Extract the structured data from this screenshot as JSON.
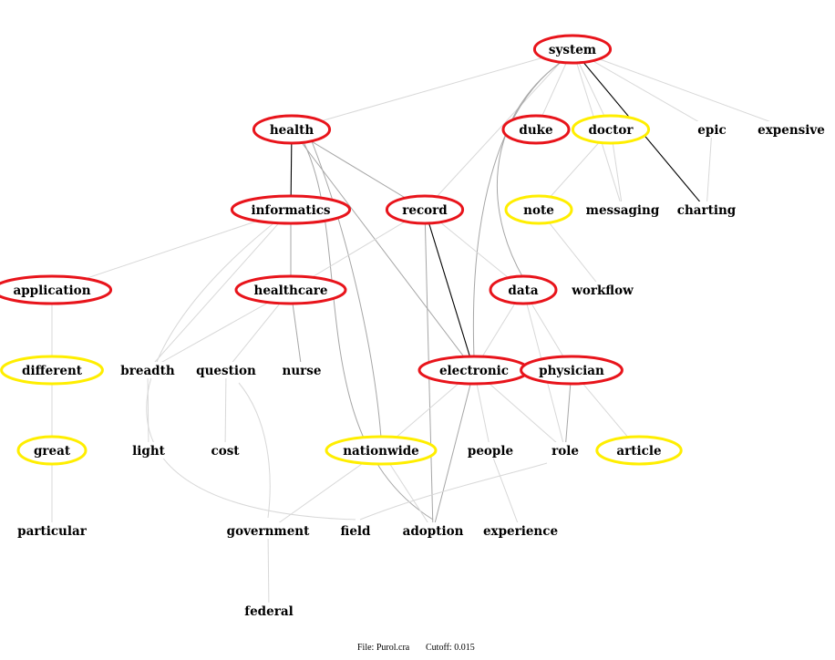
{
  "colors": {
    "red": "#e8141b",
    "yellow": "#ffee00",
    "edge_light": "#d8d8d8",
    "edge_mid": "#a6a6a6",
    "edge_dark": "#000000"
  },
  "nodes": [
    {
      "id": "system",
      "label": "system",
      "ring": "red"
    },
    {
      "id": "health",
      "label": "health",
      "ring": "red"
    },
    {
      "id": "duke",
      "label": "duke",
      "ring": "red"
    },
    {
      "id": "doctor",
      "label": "doctor",
      "ring": "yellow"
    },
    {
      "id": "epic",
      "label": "epic",
      "ring": "none"
    },
    {
      "id": "expensive",
      "label": "expensive",
      "ring": "none"
    },
    {
      "id": "informatics",
      "label": "informatics",
      "ring": "red"
    },
    {
      "id": "record",
      "label": "record",
      "ring": "red"
    },
    {
      "id": "note",
      "label": "note",
      "ring": "yellow"
    },
    {
      "id": "messaging",
      "label": "messaging",
      "ring": "none"
    },
    {
      "id": "charting",
      "label": "charting",
      "ring": "none"
    },
    {
      "id": "application",
      "label": "application",
      "ring": "red"
    },
    {
      "id": "healthcare",
      "label": "healthcare",
      "ring": "red"
    },
    {
      "id": "data",
      "label": "data",
      "ring": "red"
    },
    {
      "id": "workflow",
      "label": "workflow",
      "ring": "none"
    },
    {
      "id": "different",
      "label": "different",
      "ring": "yellow"
    },
    {
      "id": "breadth",
      "label": "breadth",
      "ring": "none"
    },
    {
      "id": "question",
      "label": "question",
      "ring": "none"
    },
    {
      "id": "nurse",
      "label": "nurse",
      "ring": "none"
    },
    {
      "id": "electronic",
      "label": "electronic",
      "ring": "red"
    },
    {
      "id": "physician",
      "label": "physician",
      "ring": "red"
    },
    {
      "id": "great",
      "label": "great",
      "ring": "yellow"
    },
    {
      "id": "light",
      "label": "light",
      "ring": "none"
    },
    {
      "id": "cost",
      "label": "cost",
      "ring": "none"
    },
    {
      "id": "nationwide",
      "label": "nationwide",
      "ring": "yellow"
    },
    {
      "id": "people",
      "label": "people",
      "ring": "none"
    },
    {
      "id": "role",
      "label": "role",
      "ring": "none"
    },
    {
      "id": "article",
      "label": "article",
      "ring": "yellow"
    },
    {
      "id": "particular",
      "label": "particular",
      "ring": "none"
    },
    {
      "id": "government",
      "label": "government",
      "ring": "none"
    },
    {
      "id": "field",
      "label": "field",
      "ring": "none"
    },
    {
      "id": "adoption",
      "label": "adoption",
      "ring": "none"
    },
    {
      "id": "experience",
      "label": "experience",
      "ring": "none"
    },
    {
      "id": "federal",
      "label": "federal",
      "ring": "none"
    }
  ],
  "edges": [
    {
      "from": "system",
      "to": "health",
      "weight": "light"
    },
    {
      "from": "system",
      "to": "duke",
      "weight": "light"
    },
    {
      "from": "system",
      "to": "doctor",
      "weight": "light"
    },
    {
      "from": "system",
      "to": "epic",
      "weight": "light"
    },
    {
      "from": "system",
      "to": "expensive",
      "weight": "light"
    },
    {
      "from": "system",
      "to": "messaging",
      "weight": "light"
    },
    {
      "from": "system",
      "to": "charting",
      "weight": "dark"
    },
    {
      "from": "system",
      "to": "record",
      "weight": "light"
    },
    {
      "from": "system",
      "to": "data",
      "weight": "mid"
    },
    {
      "from": "system",
      "to": "electronic",
      "weight": "mid"
    },
    {
      "from": "health",
      "to": "informatics",
      "weight": "dark"
    },
    {
      "from": "health",
      "to": "record",
      "weight": "mid"
    },
    {
      "from": "health",
      "to": "electronic",
      "weight": "mid"
    },
    {
      "from": "health",
      "to": "nationwide",
      "weight": "mid"
    },
    {
      "from": "health",
      "to": "adoption",
      "weight": "mid"
    },
    {
      "from": "informatics",
      "to": "healthcare",
      "weight": "mid"
    },
    {
      "from": "informatics",
      "to": "application",
      "weight": "light"
    },
    {
      "from": "informatics",
      "to": "breadth",
      "weight": "light"
    },
    {
      "from": "informatics",
      "to": "field",
      "weight": "light"
    },
    {
      "from": "record",
      "to": "electronic",
      "weight": "dark"
    },
    {
      "from": "record",
      "to": "healthcare",
      "weight": "light"
    },
    {
      "from": "record",
      "to": "data",
      "weight": "light"
    },
    {
      "from": "record",
      "to": "adoption",
      "weight": "mid"
    },
    {
      "from": "doctor",
      "to": "note",
      "weight": "light"
    },
    {
      "from": "doctor",
      "to": "messaging",
      "weight": "light"
    },
    {
      "from": "epic",
      "to": "charting",
      "weight": "light"
    },
    {
      "from": "note",
      "to": "workflow",
      "weight": "light"
    },
    {
      "from": "application",
      "to": "different",
      "weight": "light"
    },
    {
      "from": "healthcare",
      "to": "breadth",
      "weight": "light"
    },
    {
      "from": "healthcare",
      "to": "question",
      "weight": "light"
    },
    {
      "from": "healthcare",
      "to": "nurse",
      "weight": "mid"
    },
    {
      "from": "data",
      "to": "electronic",
      "weight": "light"
    },
    {
      "from": "data",
      "to": "physician",
      "weight": "light"
    },
    {
      "from": "data",
      "to": "role",
      "weight": "light"
    },
    {
      "from": "different",
      "to": "great",
      "weight": "light"
    },
    {
      "from": "breadth",
      "to": "light",
      "weight": "light"
    },
    {
      "from": "question",
      "to": "cost",
      "weight": "light"
    },
    {
      "from": "question",
      "to": "government",
      "weight": "light"
    },
    {
      "from": "electronic",
      "to": "nationwide",
      "weight": "light"
    },
    {
      "from": "electronic",
      "to": "people",
      "weight": "light"
    },
    {
      "from": "electronic",
      "to": "role",
      "weight": "light"
    },
    {
      "from": "electronic",
      "to": "adoption",
      "weight": "mid"
    },
    {
      "from": "physician",
      "to": "role",
      "weight": "mid"
    },
    {
      "from": "physician",
      "to": "article",
      "weight": "light"
    },
    {
      "from": "great",
      "to": "particular",
      "weight": "light"
    },
    {
      "from": "nationwide",
      "to": "government",
      "weight": "light"
    },
    {
      "from": "nationwide",
      "to": "adoption",
      "weight": "light"
    },
    {
      "from": "people",
      "to": "experience",
      "weight": "light"
    },
    {
      "from": "role",
      "to": "field",
      "weight": "light"
    },
    {
      "from": "government",
      "to": "federal",
      "weight": "light"
    }
  ],
  "footer": {
    "file_text": "File: Purol.cra",
    "cutoff_text": "Cutoff: 0.015"
  }
}
